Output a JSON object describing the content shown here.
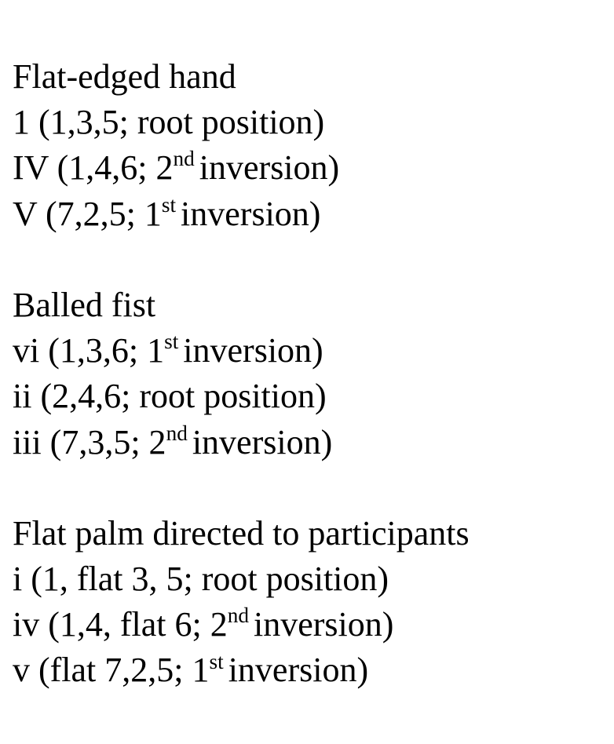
{
  "groups": [
    {
      "heading": "Flat-edged hand",
      "items": [
        {
          "pre": "1 (1,3,5; root position)",
          "sup": "",
          "post": ""
        },
        {
          "pre": "IV (1,4,6; 2",
          "sup": "nd",
          "post": "inversion)"
        },
        {
          "pre": "V (7,2,5; 1",
          "sup": "st",
          "post": "inversion)"
        }
      ]
    },
    {
      "heading": "Balled fist",
      "items": [
        {
          "pre": "vi (1,3,6; 1",
          "sup": "st",
          "post": "inversion)"
        },
        {
          "pre": "ii (2,4,6; root position)",
          "sup": "",
          "post": ""
        },
        {
          "pre": "iii (7,3,5; 2",
          "sup": "nd",
          "post": "inversion)"
        }
      ]
    },
    {
      "heading": "Flat palm directed to participants",
      "items": [
        {
          "pre": "i (1, flat 3, 5; root position)",
          "sup": "",
          "post": ""
        },
        {
          "pre": "iv (1,4, flat 6; 2",
          "sup": "nd",
          "post": "inversion)"
        },
        {
          "pre": "v (flat 7,2,5; 1",
          "sup": "st",
          "post": "inversion)"
        }
      ]
    }
  ]
}
